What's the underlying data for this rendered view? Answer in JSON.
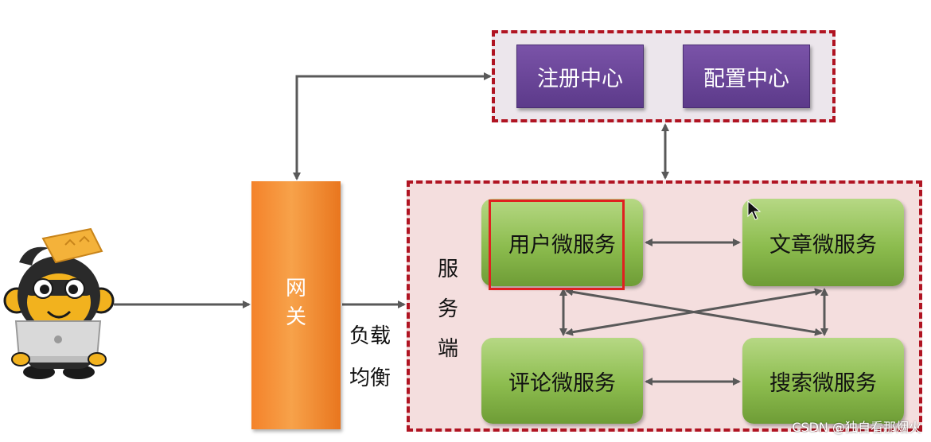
{
  "config_group": {
    "registry_label": "注册中心",
    "config_label": "配置中心"
  },
  "gateway": {
    "label_line1": "网",
    "label_line2": "关"
  },
  "load_balance": {
    "line1": "负载",
    "line2": "均衡"
  },
  "server_side": {
    "chars": [
      "服",
      "务",
      "端"
    ]
  },
  "services": {
    "user": "用户微服务",
    "article": "文章微服务",
    "comment": "评论微服务",
    "search": "搜索微服务"
  },
  "watermark": "CSDN @独自看那烟火",
  "colors": {
    "region_border": "#b01422",
    "purple": "#6a45a0",
    "green": "#8cbc4e",
    "orange": "#f4822a",
    "arrow": "#595959",
    "highlight": "#e02020"
  }
}
